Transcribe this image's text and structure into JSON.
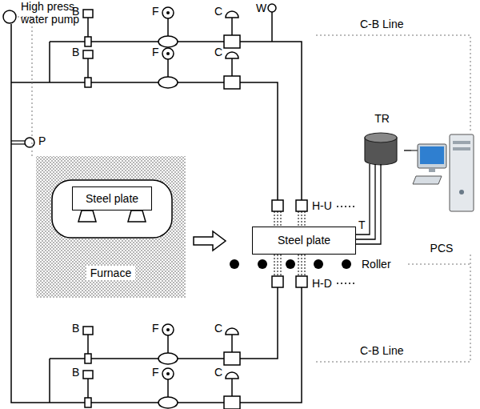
{
  "diagram": {
    "nodes": [
      {
        "text": [
          "Furnace"
        ]
      },
      {
        "text": [
          "Steel plate"
        ],
        "in": 0
      },
      {
        "text": [
          "TR"
        ]
      },
      {
        "text": [
          "Steel plate"
        ]
      },
      {
        "text": [
          "PCS"
        ]
      }
    ],
    "edges": [
      {
        "from": 2,
        "to": 3,
        "label": "T",
        "arrow": "none"
      },
      {
        "from": 4,
        "to": 2,
        "arrow": "none"
      }
    ],
    "labels": [
      "High press water pump",
      "B",
      "F",
      "C",
      "W",
      "C-B Line",
      "B",
      "F",
      "C",
      "P",
      "H-U",
      "Roller",
      "H-D",
      "B",
      "F",
      "C",
      "C-B Line",
      "B",
      "F",
      "C"
    ]
  }
}
